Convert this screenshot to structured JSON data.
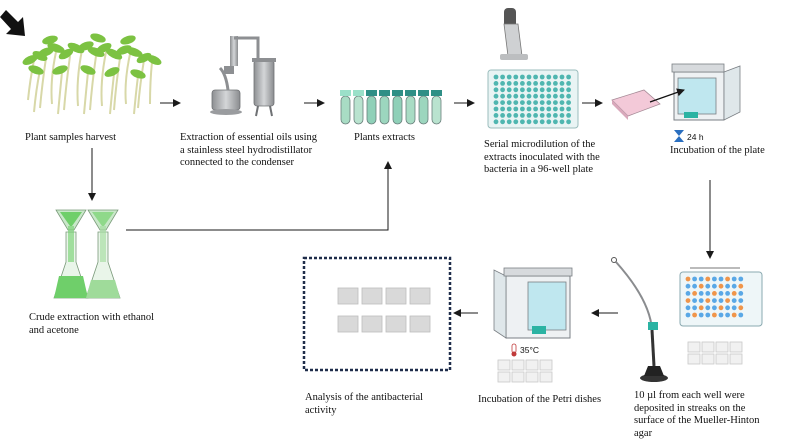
{
  "labels": {
    "harvest": "Plant samples harvest",
    "extraction_line1": "Extraction of essential oils using",
    "extraction_line2": "a stainless steel hydrodistillator",
    "extraction_line3": "connected to the condenser",
    "extracts": "Plants extracts",
    "dilution_line1": "Serial microdilution of the",
    "dilution_line2": "extracts inoculated with the",
    "dilution_line3": "bacteria in a 96-well plate",
    "incubation_plate": "Incubation of the plate",
    "timer": "24 h",
    "crude_line1": "Crude extraction with ethanol",
    "crude_line2": "and acetone",
    "deposit_line1": "10 µl from each well were",
    "deposit_line2": "deposited in streaks on the",
    "deposit_line3": "surface of the Mueller-Hinton",
    "deposit_line4": "agar",
    "petri_incubation": "Incubation of the Petri dishes",
    "temperature": "35°C",
    "analysis_line1": "Analysis of the antibacterial",
    "analysis_line2": "activity"
  },
  "colors": {
    "sprout_green": "#7cc242",
    "liquid_green": "#6fcf6a",
    "teal": "#2bb3a3",
    "well_teal": "#4fb6b0",
    "plate_orange": "#f0954a",
    "plate_blue": "#5aa8e6",
    "steel": "#a7a9ac",
    "arrow": "#1a1a1a",
    "dish_gray": "#d9d9d9",
    "frame_navy": "#1f2d4a"
  }
}
